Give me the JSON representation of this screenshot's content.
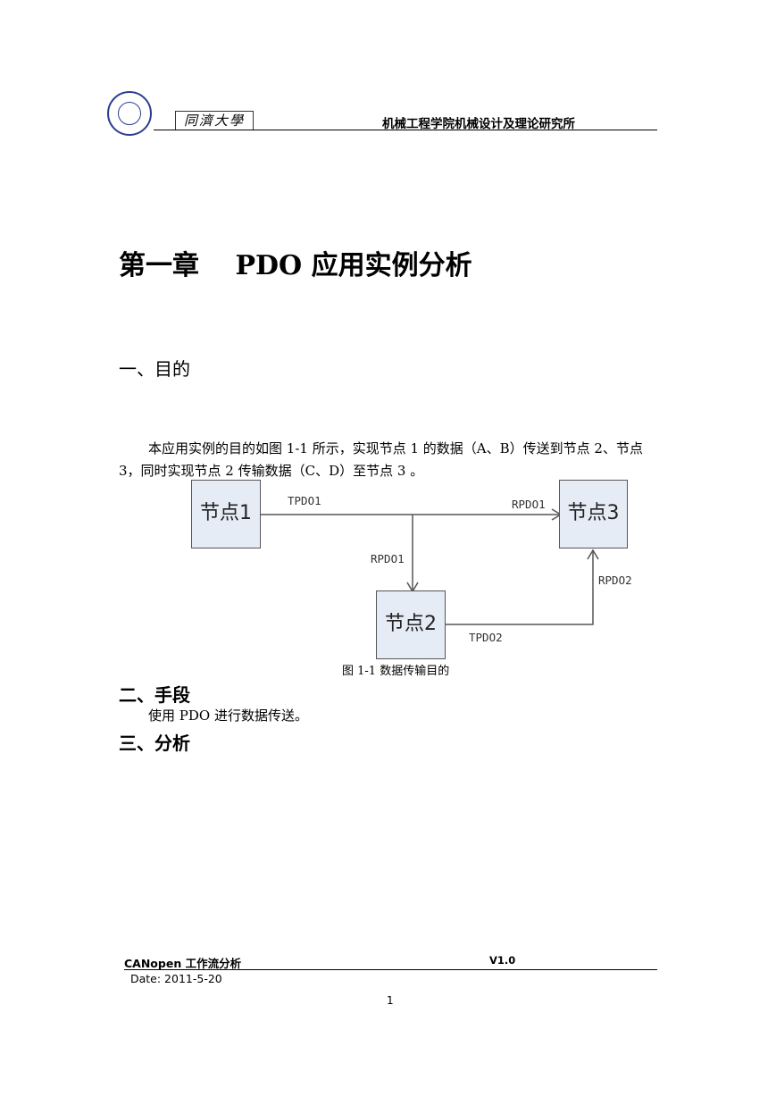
{
  "header": {
    "logo_text": "同濟大學",
    "institute": "机械工程学院机械设计及理论研究所"
  },
  "chapter": {
    "title": "第一章　 PDO 应用实例分析"
  },
  "sections": {
    "purpose": {
      "heading": "一、目的",
      "body": "本应用实例的目的如图 1-1 所示，实现节点 1 的数据（A、B）传送到节点 2、节点 3，同时实现节点 2 传输数据（C、D）至节点 3 。"
    },
    "means": {
      "heading": "二、手段",
      "body": "使用 PDO 进行数据传送。"
    },
    "analysis": {
      "heading": "三、分析"
    }
  },
  "diagram": {
    "nodes": {
      "node1": "节点1",
      "node2": "节点2",
      "node3": "节点3"
    },
    "labels": {
      "tpdo1": "TPDO1",
      "rpdo1_top": "RPDO1",
      "rpdo1_mid": "RPDO1",
      "rpdo2": "RPDO2",
      "tpdo2": "TPDO2"
    },
    "caption": "图 1-1  数据传输目的"
  },
  "footer": {
    "title": "CANopen 工作流分析",
    "version": "V1.0",
    "date": "Date: 2011-5-20",
    "page": "1"
  }
}
